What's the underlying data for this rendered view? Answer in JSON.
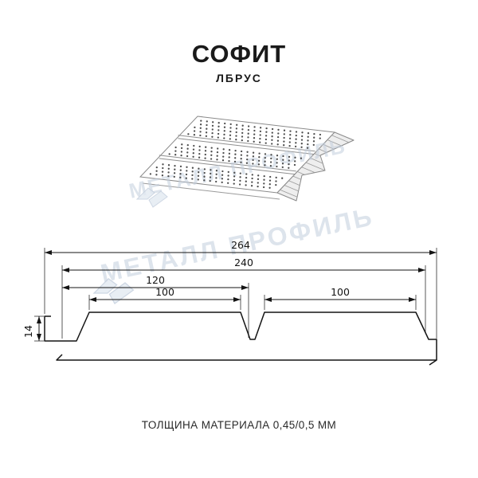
{
  "header": {
    "title": "СОФИТ",
    "subtitle": "ЛБРУС"
  },
  "watermark": {
    "text": "МЕТАЛЛ ПРОФИЛЬ",
    "color": "#c3cedd"
  },
  "drawing": {
    "dims": {
      "overall": "264",
      "useful": "240",
      "to_center": "120",
      "face_left": "100",
      "face_right": "100",
      "height": "14"
    }
  },
  "footer": {
    "caption": "ТОЛЩИНА МАТЕРИАЛА 0,45/0,5 ММ"
  },
  "colors": {
    "line": "#141414",
    "perforation": "#4d4d4d"
  }
}
